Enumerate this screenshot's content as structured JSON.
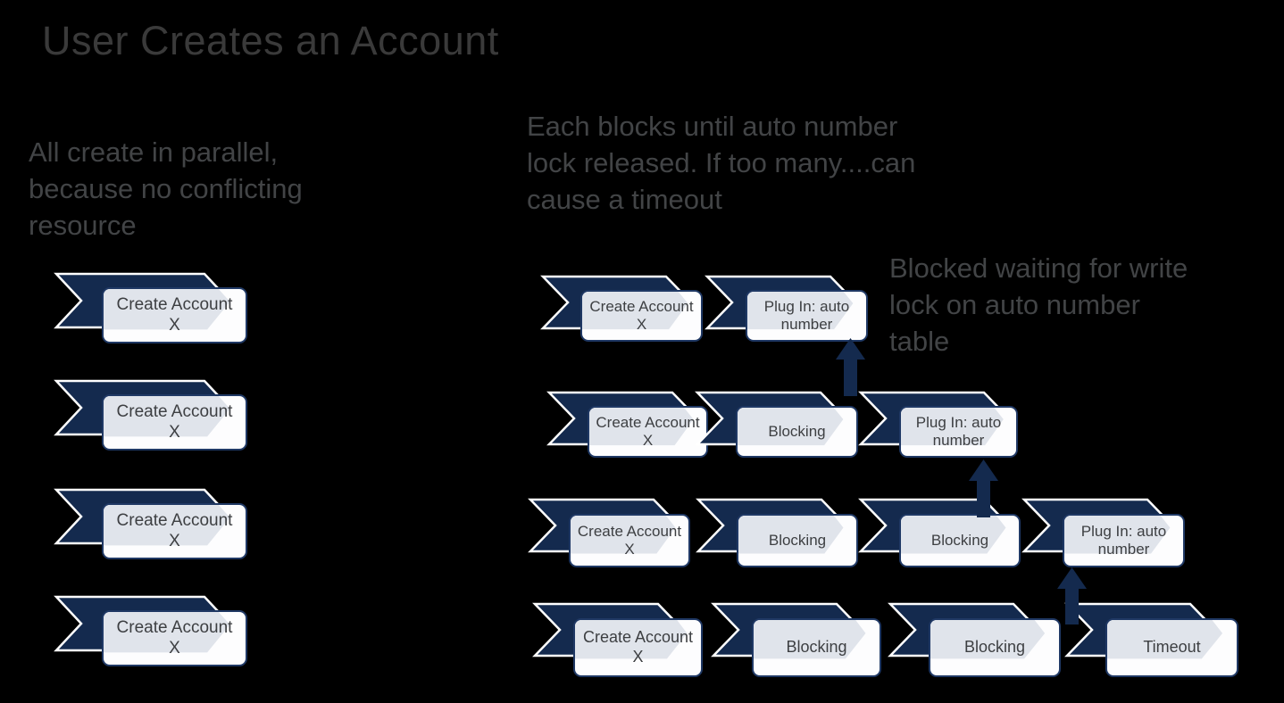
{
  "slide": {
    "title": "User Creates an Account",
    "colors": {
      "background": "#000000",
      "chevron_navy": "#142a4e",
      "chevron_outline": "#ffffff",
      "box_border": "#1f3864",
      "box_fill": "#fdfdfe",
      "box_echo": "#e0e4eb",
      "title_text": "#3a3a3a",
      "note_text": "#424446",
      "label_text": "#3d3f42"
    },
    "notes": {
      "left": "All create in parallel,\nbecause no conflicting\nresource",
      "center": "Each blocks until auto number\nlock released. If too many....can\ncause a timeout",
      "right": "Blocked waiting for write\nlock on auto number\ntable"
    },
    "left_column": {
      "items": [
        "Create Account X",
        "Create Account X",
        "Create Account X",
        "Create Account X"
      ]
    },
    "rows": [
      {
        "steps": [
          "Create Account X",
          "Plug In: auto number"
        ]
      },
      {
        "steps": [
          "Create Account X",
          "Blocking",
          "Plug In: auto number"
        ]
      },
      {
        "steps": [
          "Create Account X",
          "Blocking",
          "Blocking",
          "Plug In: auto number"
        ]
      },
      {
        "steps": [
          "Create Account X",
          "Blocking",
          "Blocking",
          "Timeout"
        ]
      }
    ],
    "arrows": {
      "direction": "up",
      "count": 3,
      "meaning": "blocked waiting on step above"
    }
  }
}
